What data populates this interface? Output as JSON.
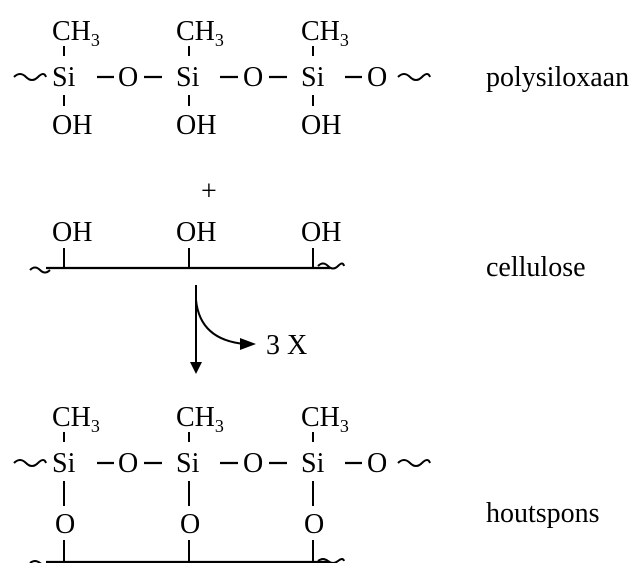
{
  "labels": {
    "polysiloxaan": "polysiloxaan",
    "cellulose": "cellulose",
    "houtspons": "houtspons",
    "plus": "+",
    "byproduct": "3 X"
  },
  "atoms": {
    "ch3_main": "CH",
    "ch3_sub": "3",
    "si": "Si",
    "o": "O",
    "oh": "OH"
  }
}
